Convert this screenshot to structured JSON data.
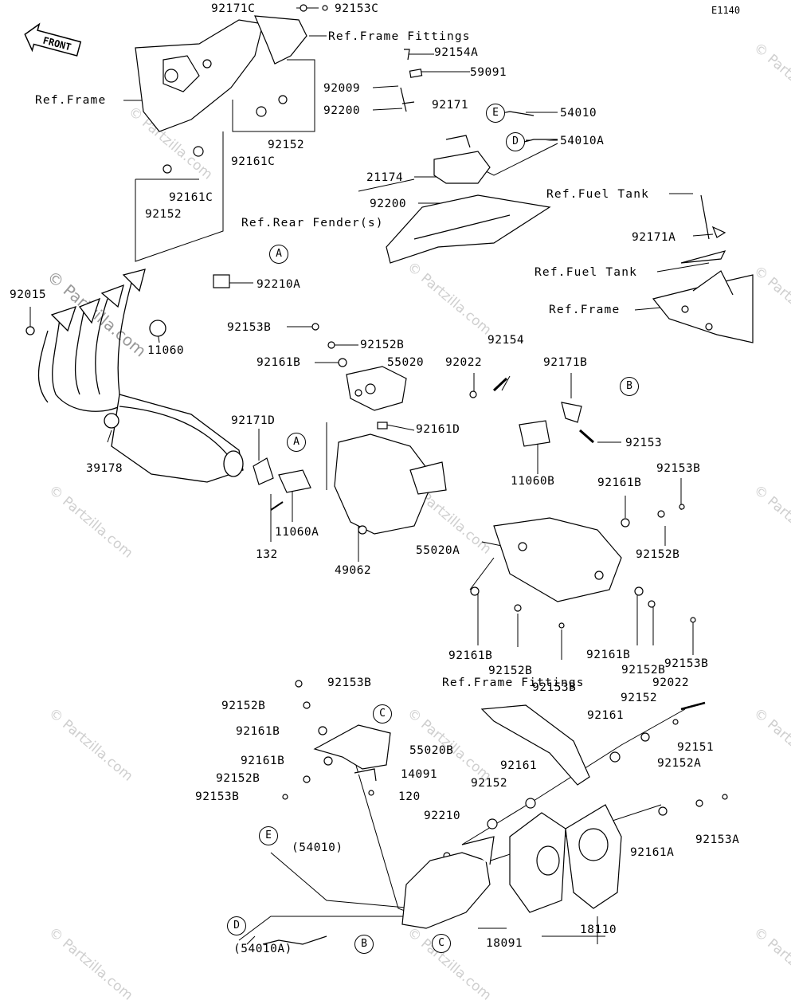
{
  "diagram_code": "E1140",
  "front_label": "FRONT",
  "watermark": "© Partzilla.com",
  "watermark_main": "© Partzilla.com",
  "callouts": [
    "A",
    "B",
    "C",
    "D",
    "E",
    "A",
    "B",
    "C",
    "D",
    "E"
  ],
  "part_labels": [
    "92171C",
    "92153C",
    "Ref.Frame Fittings",
    "92154A",
    "59091",
    "Ref.Frame",
    "92009",
    "92200",
    "92171",
    "54010",
    "54010A",
    "92152",
    "92161C",
    "92161C",
    "92152",
    "21174",
    "92200",
    "Ref.Fuel Tank",
    "Ref.Rear Fender(s)",
    "92171A",
    "Ref.Fuel Tank",
    "92210A",
    "Ref.Frame",
    "92015",
    "11060",
    "92153B",
    "92152B",
    "92161B",
    "55020",
    "92022",
    "92154",
    "92171B",
    "92153",
    "92171D",
    "92161D",
    "39178",
    "11060A",
    "11060B",
    "92161B",
    "92153B",
    "132",
    "49062",
    "55020A",
    "92152B",
    "92161B",
    "92152B",
    "92153B",
    "92161B",
    "92152B",
    "92153B",
    "92153B",
    "Ref.Frame Fittings",
    "92022",
    "92152B",
    "92152",
    "92161B",
    "92161",
    "92151",
    "92161B",
    "55020B",
    "92152B",
    "14091",
    "92153B",
    "120",
    "92152",
    "92161",
    "92152A",
    "92210",
    "(54010)",
    "92161A",
    "92153A",
    "(54010A)",
    "18110",
    "18091"
  ]
}
